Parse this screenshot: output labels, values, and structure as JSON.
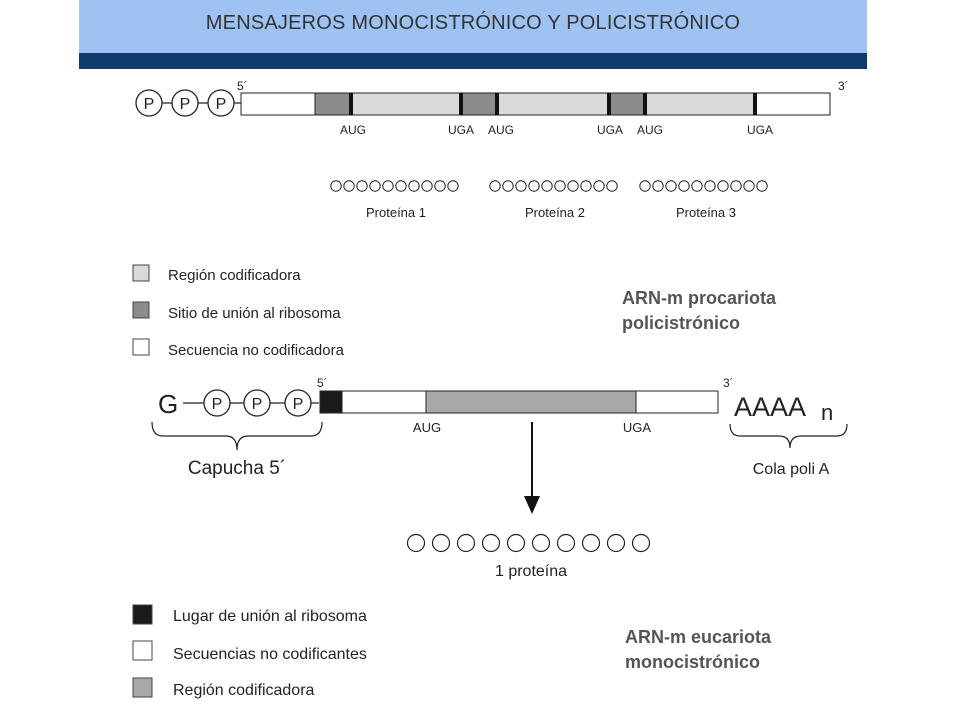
{
  "title": "MENSAJEROS MONOCISTRÓNICO Y POLICISTRÓNICO",
  "colors": {
    "header_bg": "#9ec3f3",
    "header_band": "#0f3a6e",
    "coding_light": "#d9d9d9",
    "rbs_dark": "#8c8c8c",
    "coding_medium": "#a8a8a8",
    "rbs_black": "#1a1a1a",
    "noncoding": "#ffffff"
  },
  "prokaryote": {
    "phosphates": [
      "P",
      "P",
      "P"
    ],
    "end5": "5´",
    "end3": "3´",
    "codons": [
      "AUG",
      "UGA",
      "AUG",
      "UGA",
      "AUG",
      "UGA"
    ],
    "proteins": [
      "Proteína 1",
      "Proteína 2",
      "Proteína 3"
    ],
    "legend": [
      "Región codificadora",
      "Sitio de unión al ribosoma",
      "Secuencia no codificadora"
    ],
    "caption": [
      "ARN-m procariota",
      "policistrónico"
    ]
  },
  "eukaryote": {
    "cap_g": "G",
    "phosphates": [
      "P",
      "P",
      "P"
    ],
    "end5": "5´",
    "end3": "3´",
    "poly_a": "AAAA",
    "poly_n": "n",
    "codons": [
      "AUG",
      "UGA"
    ],
    "cap_label": "Capucha 5´",
    "tail_label": "Cola poli A",
    "protein": "1 proteína",
    "legend": [
      "Lugar de unión al ribosoma",
      "Secuencias no codificantes",
      "Región codificadora"
    ],
    "caption": [
      "ARN-m eucariota",
      "monocistrónico"
    ]
  }
}
